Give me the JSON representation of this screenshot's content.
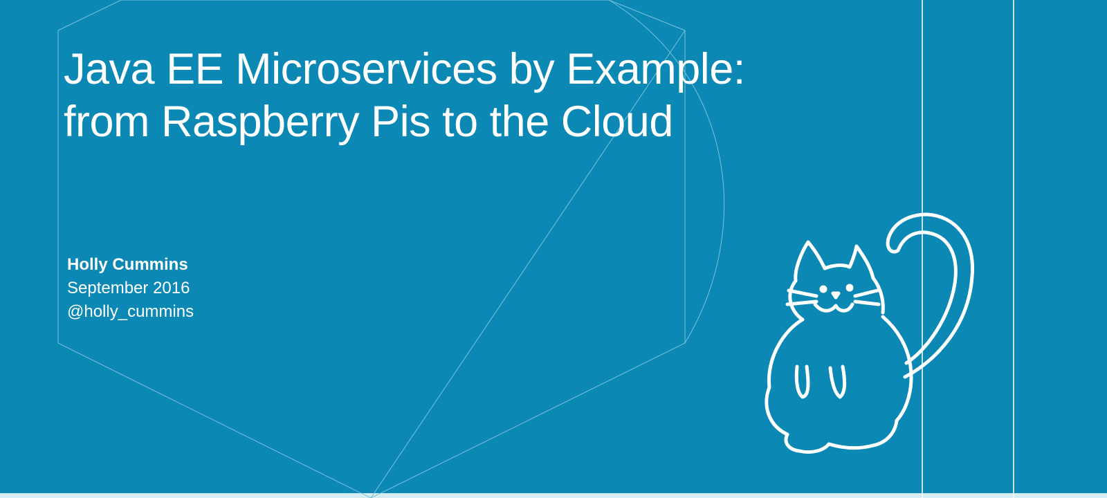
{
  "slide": {
    "background_color": "#0b88b4",
    "line_color": "#ffffff",
    "title_lines": [
      "Java EE Microservices by Example:",
      "from Raspberry Pis to the Cloud"
    ],
    "author": {
      "name": "Holly Cummins",
      "date": "September 2016",
      "handle": "@holly_cummins"
    },
    "illustration": "cat-drawing"
  }
}
